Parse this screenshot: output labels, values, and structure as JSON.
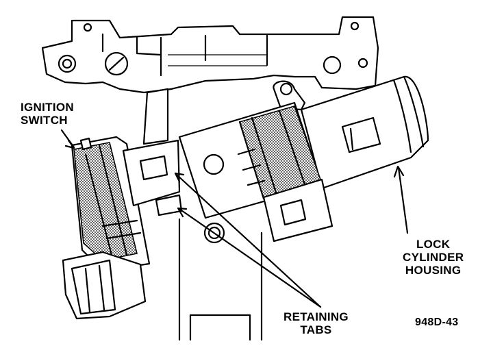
{
  "labels": {
    "ignition_switch": [
      "IGNITION",
      "SWITCH"
    ],
    "lock_cylinder_housing": [
      "LOCK",
      "CYLINDER",
      "HOUSING"
    ],
    "retaining_tabs": [
      "RETAINING",
      "TABS"
    ],
    "figure_number": "948D-43"
  },
  "colors": {
    "line": "#000000",
    "background": "#ffffff"
  }
}
